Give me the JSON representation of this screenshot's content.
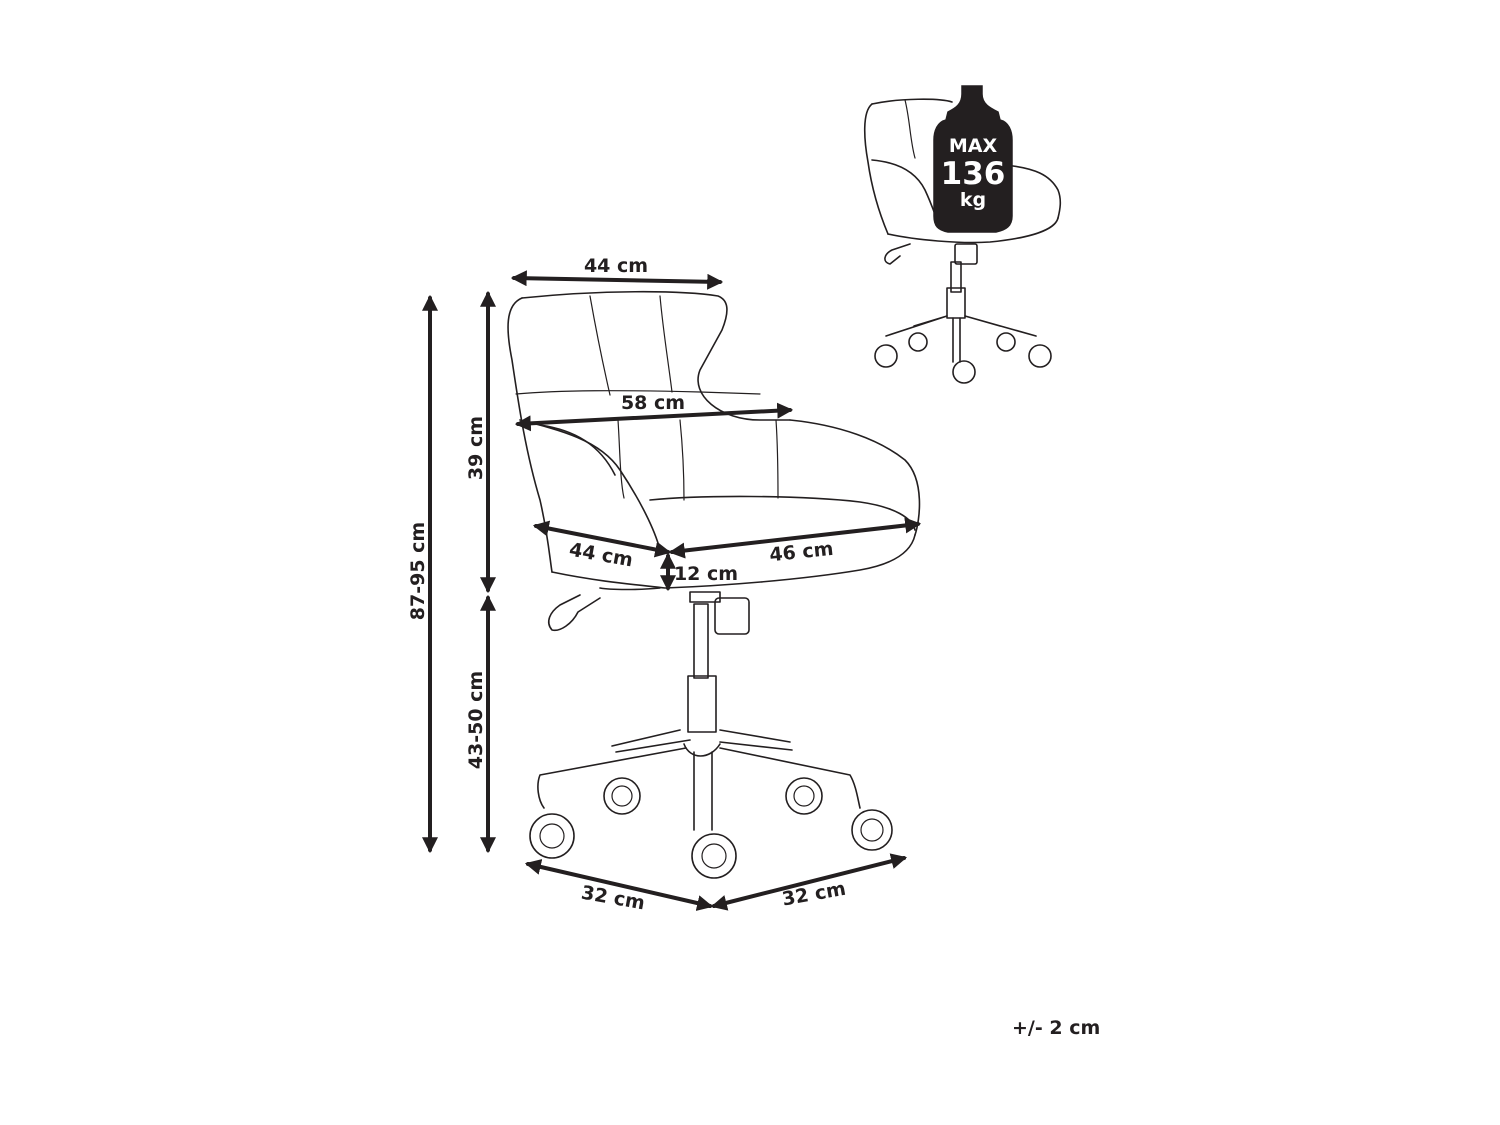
{
  "dimensions": {
    "total_height": "87-95 cm",
    "seat_height": "43-50 cm",
    "back_height": "39 cm",
    "top_width": "44 cm",
    "arm_width": "58 cm",
    "seat_depth": "44 cm",
    "seat_width": "46 cm",
    "seat_thickness": "12 cm",
    "base_left": "32 cm",
    "base_right": "32 cm"
  },
  "weight_badge": {
    "line1": "MAX",
    "line2": "136",
    "line3": "kg"
  },
  "tolerance": "+/- 2 cm",
  "colors": {
    "ink": "#231f20",
    "background": "#ffffff"
  }
}
